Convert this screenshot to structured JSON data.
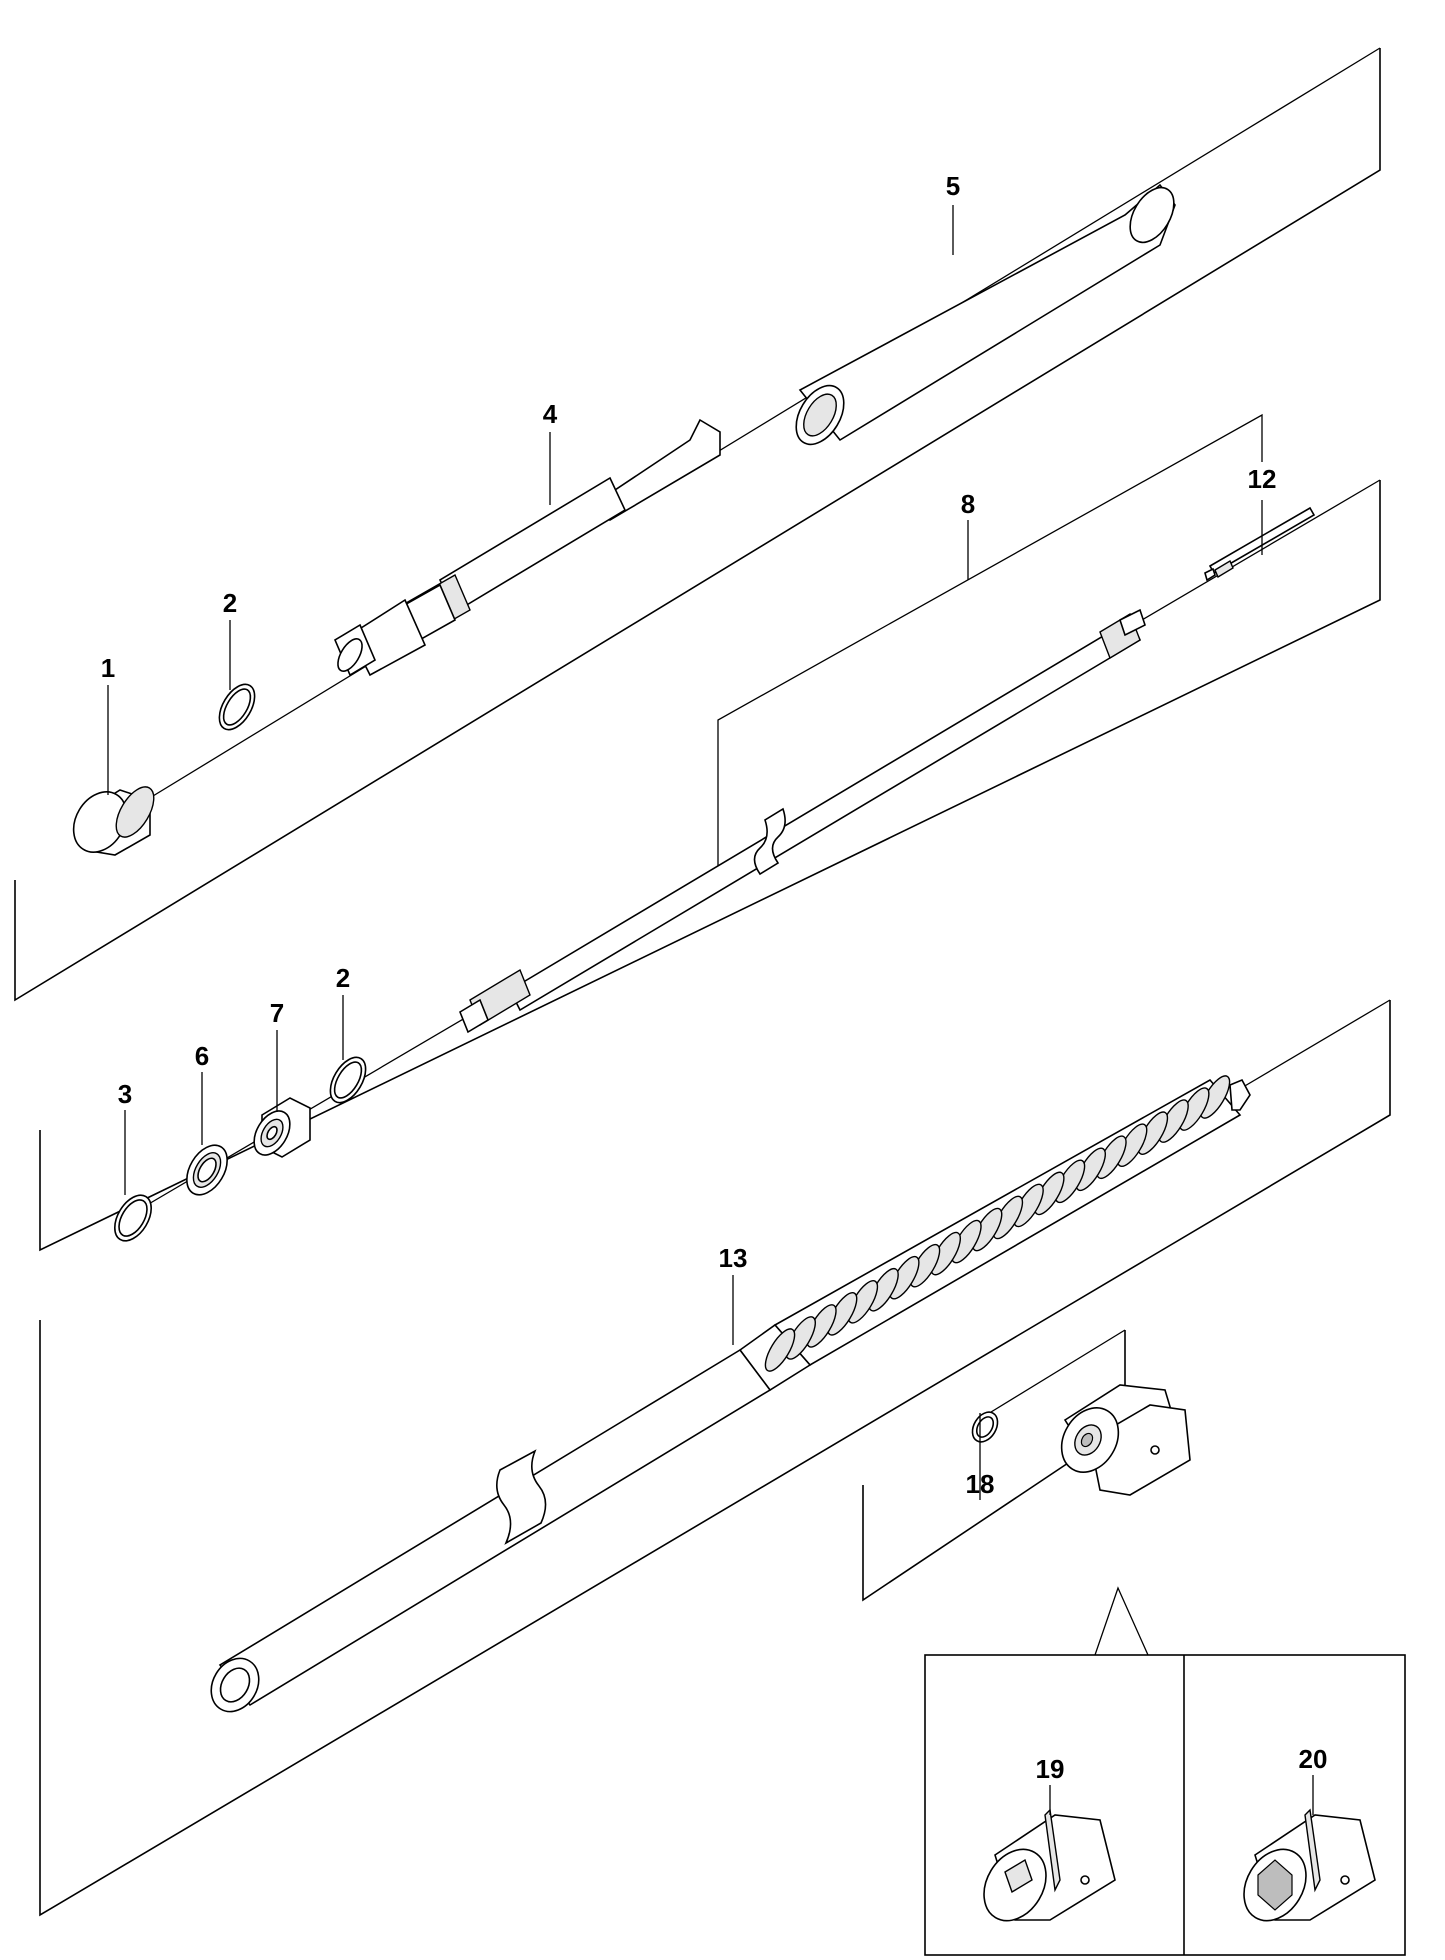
{
  "callouts": {
    "c1": "1",
    "c2a": "2",
    "c2b": "2",
    "c3": "3",
    "c4": "4",
    "c5": "5",
    "c6": "6",
    "c7": "7",
    "c8": "8",
    "c12": "12",
    "c13": "13",
    "c18": "18",
    "c19": "19",
    "c20": "20"
  }
}
